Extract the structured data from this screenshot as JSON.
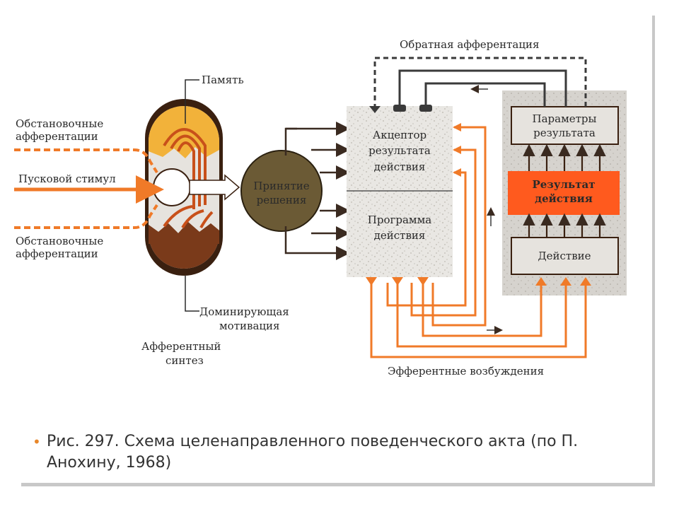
{
  "diagram": {
    "labels": {
      "memory": "Память",
      "situational_afferent_top": [
        "Обстановочные",
        "афферентации"
      ],
      "trigger_stimulus": "Пусковой стимул",
      "situational_afferent_bottom": [
        "Обстановочные",
        "афферентации"
      ],
      "dominant_motivation": [
        "Доминирующая",
        "мотивация"
      ],
      "afferent_synthesis": [
        "Афферентный",
        "синтез"
      ],
      "decision": [
        "Принятие",
        "решения"
      ],
      "acceptor": [
        "Акцептор",
        "результата",
        "действия"
      ],
      "program": [
        "Программа",
        "действия"
      ],
      "feedback": "Обратная афферентация",
      "params": [
        "Параметры",
        "результата"
      ],
      "result": [
        "Результат",
        "действия"
      ],
      "action": "Действие",
      "efferent": "Эфферентные возбуждения"
    },
    "colors": {
      "orange": "#f07a28",
      "memory_gold": "#f2b23a",
      "motivation_brown": "#7a3a1a",
      "decision_olive": "#6b5a35",
      "result_red": "#ff5a1e",
      "panel_gray": "#d8d5d0"
    }
  },
  "caption": {
    "text": "Рис. 297. Схема целенаправленного поведенческого акта (по П. Анохину, 1968)"
  }
}
